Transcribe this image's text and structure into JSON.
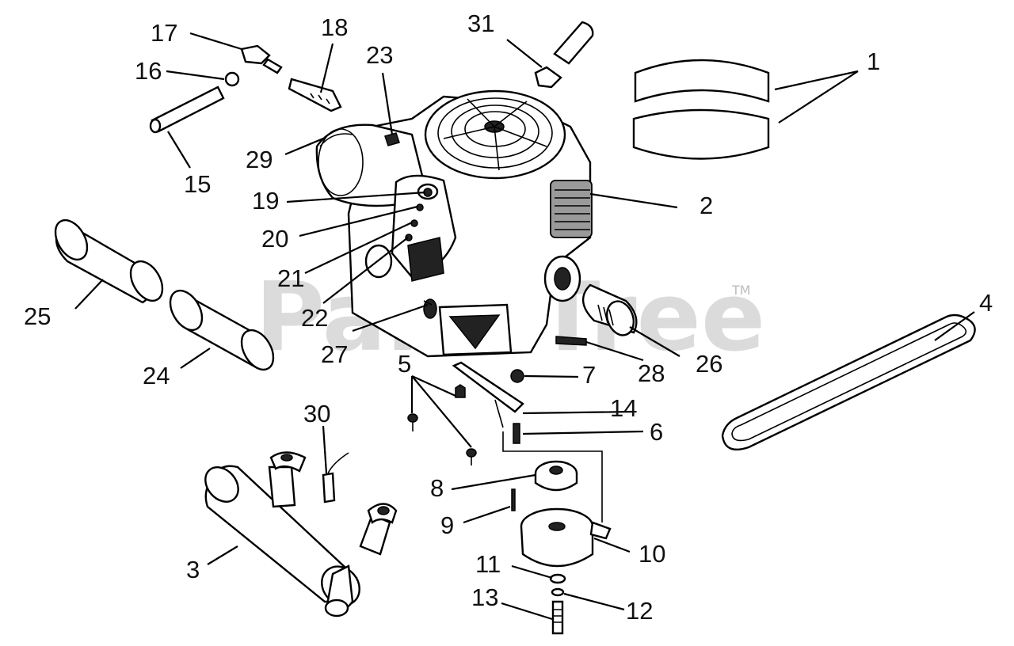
{
  "watermark": {
    "text": "PartsTree",
    "trademark": "TM"
  },
  "callouts": [
    {
      "id": "callout-1",
      "label": "1"
    },
    {
      "id": "callout-2",
      "label": "2"
    },
    {
      "id": "callout-3",
      "label": "3"
    },
    {
      "id": "callout-4",
      "label": "4"
    },
    {
      "id": "callout-5",
      "label": "5"
    },
    {
      "id": "callout-6",
      "label": "6"
    },
    {
      "id": "callout-7",
      "label": "7"
    },
    {
      "id": "callout-8",
      "label": "8"
    },
    {
      "id": "callout-9",
      "label": "9"
    },
    {
      "id": "callout-10",
      "label": "10"
    },
    {
      "id": "callout-11",
      "label": "11"
    },
    {
      "id": "callout-12",
      "label": "12"
    },
    {
      "id": "callout-13",
      "label": "13"
    },
    {
      "id": "callout-14",
      "label": "14"
    },
    {
      "id": "callout-15",
      "label": "15"
    },
    {
      "id": "callout-16",
      "label": "16"
    },
    {
      "id": "callout-17",
      "label": "17"
    },
    {
      "id": "callout-18",
      "label": "18"
    },
    {
      "id": "callout-19",
      "label": "19"
    },
    {
      "id": "callout-20",
      "label": "20"
    },
    {
      "id": "callout-21",
      "label": "21"
    },
    {
      "id": "callout-22",
      "label": "22"
    },
    {
      "id": "callout-23",
      "label": "23"
    },
    {
      "id": "callout-24",
      "label": "24"
    },
    {
      "id": "callout-25",
      "label": "25"
    },
    {
      "id": "callout-26",
      "label": "26"
    },
    {
      "id": "callout-27",
      "label": "27"
    },
    {
      "id": "callout-28",
      "label": "28"
    },
    {
      "id": "callout-29",
      "label": "29"
    },
    {
      "id": "callout-30",
      "label": "30"
    },
    {
      "id": "callout-31",
      "label": "31"
    }
  ]
}
